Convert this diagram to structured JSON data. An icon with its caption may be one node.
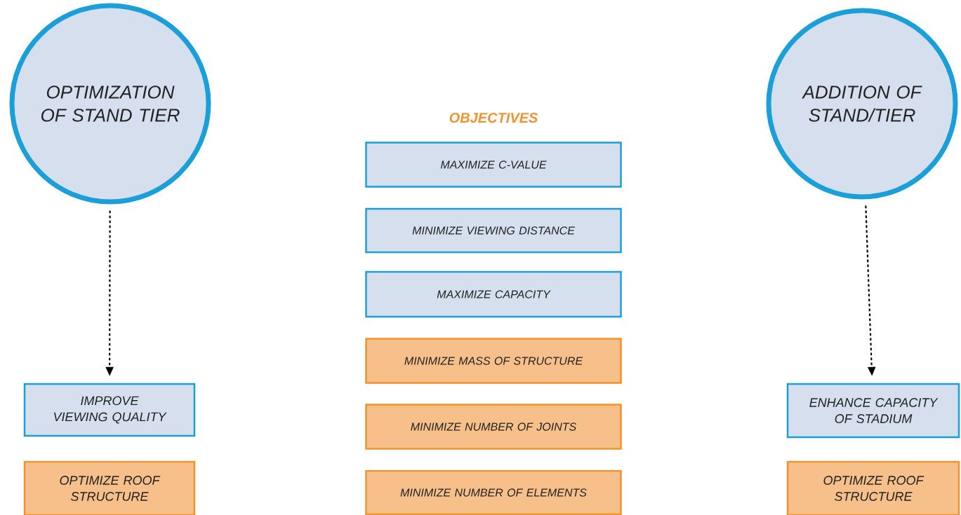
{
  "diagram": {
    "nodes": [
      {
        "text": [
          "OPTIMIZATION OF STAND TIER"
        ]
      },
      {
        "text": [
          "IMPROVE VIEWING QUALITY"
        ]
      },
      {
        "text": [
          "OPTIMIZE ROOF STRUCTURE"
        ]
      },
      {
        "text": [
          "MAXIMIZE C-VALUE"
        ]
      },
      {
        "text": [
          "MINIMIZE VIEWING DISTANCE"
        ]
      },
      {
        "text": [
          "MAXIMIZE CAPACITY"
        ]
      },
      {
        "text": [
          "MINIMIZE MASS OF STRUCTURE"
        ]
      },
      {
        "text": [
          "MINIMIZE NUMBER OF JOINTS"
        ]
      },
      {
        "text": [
          "MINIMIZE NUMBER OF ELEMENTS"
        ]
      },
      {
        "text": [
          "ADDITION OF STAND/TIER"
        ]
      },
      {
        "text": [
          "ENHANCE CAPACITY OF STADIUM"
        ]
      },
      {
        "text": [
          "OPTIMIZE ROOF STRUCTURE"
        ]
      }
    ],
    "edges": [
      {
        "from": 0,
        "to": 1,
        "arrow": "to",
        "style": "dashed"
      },
      {
        "from": 9,
        "to": 10,
        "arrow": "to",
        "style": "dashed"
      }
    ],
    "labels": [
      "OBJECTIVES"
    ]
  }
}
